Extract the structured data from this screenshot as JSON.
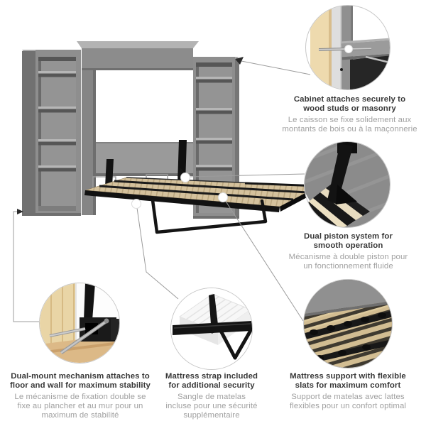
{
  "figure": {
    "background": "#ffffff",
    "colors": {
      "text_primary": "#383838",
      "text_secondary": "#a0a0a0",
      "connector_line": "#9c9c9c",
      "circle_border": "#c7c7c7",
      "cabinet_gray": "#8e8e8e",
      "cabinet_dark": "#565656",
      "slat_tan": "#d5c29d",
      "frame_black": "#141414",
      "stud_beige": "#eedaae",
      "floor_wood": "#dcb987",
      "wall_gray": "#dedede",
      "mattress_white": "#f4f4f4"
    }
  },
  "callouts": {
    "cabinet_attachment": {
      "title_en": "Cabinet attaches securely to\nwood studs or masonry",
      "subtitle_fr": "Le caisson se fixe solidement aux\nmontants de bois ou à la maçonnerie"
    },
    "piston": {
      "title_en": "Dual piston system for\nsmooth operation",
      "subtitle_fr": "Mécanisme à double piston pour\nun fonctionnement fluide"
    },
    "dual_mount": {
      "title_en": "Dual-mount mechanism attaches to\nfloor and wall for maximum stability",
      "subtitle_fr": "Le mécanisme de fixation double se\nfixe au plancher et au mur pour un\nmaximum de stabilité"
    },
    "strap": {
      "title_en": "Mattress strap included\nfor additional security",
      "subtitle_fr": "Sangle de matelas\nincluse pour une sécurité\nsupplémentaire"
    },
    "slats": {
      "title_en": "Mattress support with flexible\nslats for maximum comfort",
      "subtitle_fr": "Support de matelas avec lattes\nflexibles pour un confort optimal"
    }
  }
}
